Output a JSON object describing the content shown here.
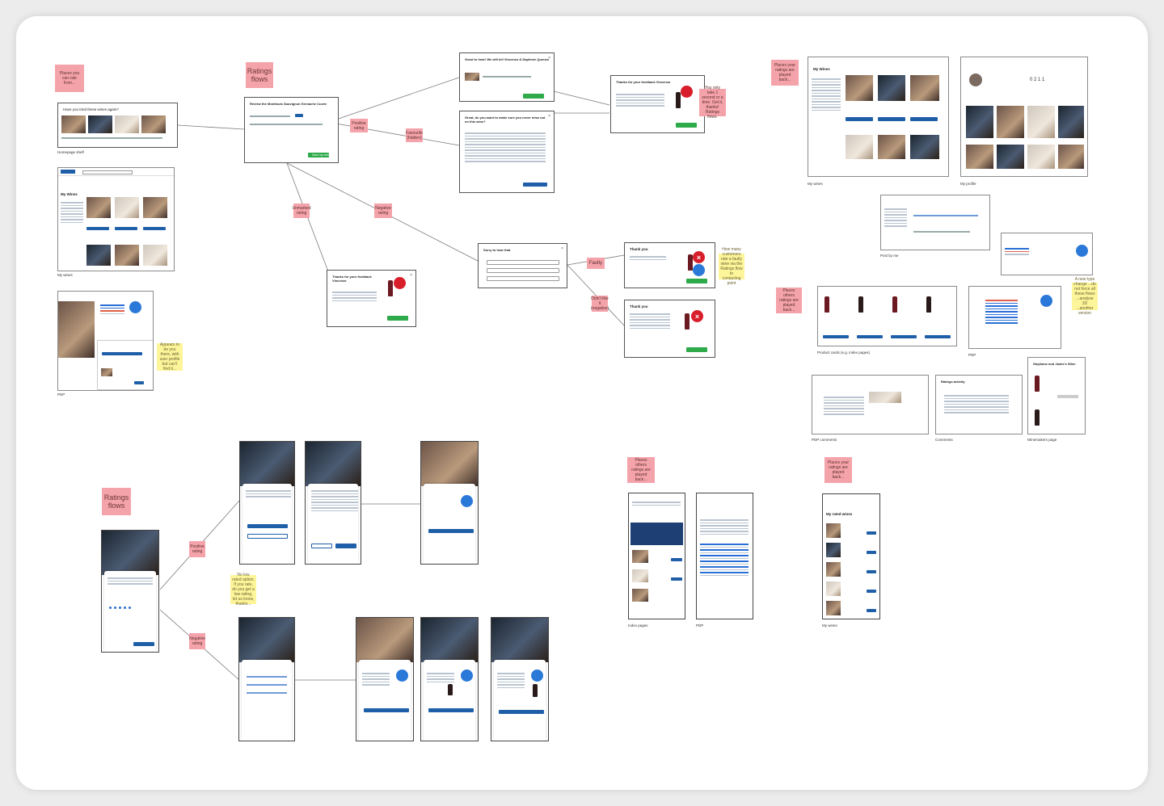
{
  "notes_pink": {
    "places_rate": "Places you can rate from...",
    "ratings_flows_top": "Ratings flows",
    "positive_rating_top": "Positive rating",
    "favourite_hidden": "Favourite (hidden)",
    "negative_rating_top": "Negative rating",
    "unmarked_rating": "Unmarked rating",
    "faulty": "Faulty",
    "didnt_like_it": "Didn't like it (negative)",
    "you_only_take": "You only take 1 second or a time. Got it, thanks! Ratings flows.",
    "played_back_1": "Places your ratings are played back...",
    "played_back_others": "Places others ratings are played back...",
    "ratings_flows_bottom": "Ratings flows",
    "positive_rating_bottom": "Positive rating",
    "negative_rating_bottom": "Negative rating",
    "played_back_others_mid": "Places others ratings are played back...",
    "played_back_mid": "Places your ratings are played back..."
  },
  "notes_yellow": {
    "appears_pdp": "Appears to be you there, with user profile but can't find it...",
    "how_many": "How many customers rate a faulty wine via the Ratings flow to contacting point",
    "no_low_rated": "No low rated option. If you rate, do you get a low rating, let us know, thanks...",
    "a_new_type": "A new type change ...do not force all these flows ...analyse 3D ...another version"
  },
  "labels": {
    "homepage_shelf": "Homepage shelf",
    "my_wines_left": "My wines",
    "pdp_left": "PDP",
    "my_wines_right": "My wines",
    "my_profile": "My profile",
    "post_by_me": "Post by me",
    "product_cards": "Product cards (e.g. index pages)",
    "pdp_right": "PDP",
    "pdp_comments": "PDP comments",
    "comments": "Comments",
    "winemakers_page": "Winemakers page",
    "index_pages": "Index pages",
    "pdp_mobile": "PDP",
    "my_wines_mobile": "My wines"
  },
  "frames": {
    "homepage_title": "Have you tried these wines again?",
    "rate_title": "Review the Montlouis Sauvignon Grenache Cuvée",
    "rate_save": "Save my review",
    "good_to_hear": "Good to hear! We will tell Vincenzo & Daphnée Quenzo",
    "great_title": "Great, do you want to make sure you never miss out on this wine?",
    "thanks_title_1": "Thanks for your feedback Vincenzo",
    "sorry_title": "Sorry to hear that",
    "thanks_title_2": "Thanks for your feedback Vincenzo",
    "thank_you_1": "Thank you",
    "thank_you_2": "Thank you",
    "my_wines_header": "My Wines",
    "profile_stats": "0  2  1  1",
    "ratings_activity": "Ratings activity",
    "winemaker": "Stephane and Janke's Wine",
    "my_rated_wines": "My rated wines"
  }
}
